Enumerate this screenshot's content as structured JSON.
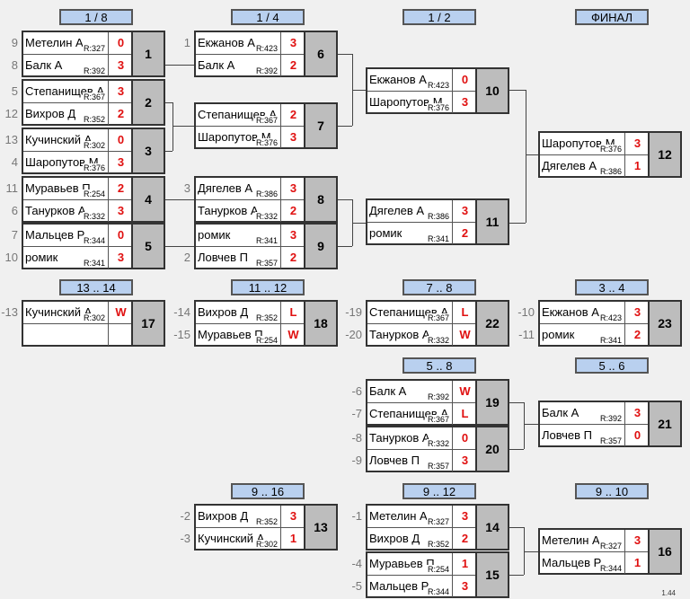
{
  "headers": [
    "1 / 8",
    "1 / 4",
    "1 / 2",
    "ФИНАЛ",
    "13 .. 14",
    "11 .. 12",
    "7 .. 8",
    "3 .. 4",
    "5 .. 8",
    "5 .. 6",
    "9 .. 16",
    "9 .. 12",
    "9 .. 10"
  ],
  "matches": [
    {
      "num": "1",
      "p1": "Метелин А",
      "r1": "R:327",
      "s1": "0",
      "p2": "Балк А",
      "r2": "R:392",
      "s2": "3",
      "seed1": "9",
      "seed2": "8"
    },
    {
      "num": "2",
      "p1": "Степанищев А",
      "r1": "R:367",
      "s1": "3",
      "p2": "Вихров Д",
      "r2": "R:352",
      "s2": "2",
      "seed1": "5",
      "seed2": "12"
    },
    {
      "num": "3",
      "p1": "Кучинский А",
      "r1": "R:302",
      "s1": "0",
      "p2": "Шаропутов М",
      "r2": "R:376",
      "s2": "3",
      "seed1": "13",
      "seed2": "4"
    },
    {
      "num": "4",
      "p1": "Муравьев П",
      "r1": "R:254",
      "s1": "2",
      "p2": "Танурков А",
      "r2": "R:332",
      "s2": "3",
      "seed1": "11",
      "seed2": "6"
    },
    {
      "num": "5",
      "p1": "Мальцев Р",
      "r1": "R:344",
      "s1": "0",
      "p2": "ромик",
      "r2": "R:341",
      "s2": "3",
      "seed1": "7",
      "seed2": "10"
    },
    {
      "num": "6",
      "p1": "Екжанов А",
      "r1": "R:423",
      "s1": "3",
      "p2": "Балк А",
      "r2": "R:392",
      "s2": "2",
      "seed1": "1",
      "seed2": ""
    },
    {
      "num": "7",
      "p1": "Степанищев А",
      "r1": "R:367",
      "s1": "2",
      "p2": "Шаропутов М",
      "r2": "R:376",
      "s2": "3",
      "seed1": "",
      "seed2": ""
    },
    {
      "num": "8",
      "p1": "Дягелев А",
      "r1": "R:386",
      "s1": "3",
      "p2": "Танурков А",
      "r2": "R:332",
      "s2": "2",
      "seed1": "3",
      "seed2": ""
    },
    {
      "num": "9",
      "p1": "ромик",
      "r1": "R:341",
      "s1": "3",
      "p2": "Ловчев П",
      "r2": "R:357",
      "s2": "2",
      "seed1": "",
      "seed2": "2"
    },
    {
      "num": "10",
      "p1": "Екжанов А",
      "r1": "R:423",
      "s1": "0",
      "p2": "Шаропутов М",
      "r2": "R:376",
      "s2": "3",
      "seed1": "",
      "seed2": ""
    },
    {
      "num": "11",
      "p1": "Дягелев А",
      "r1": "R:386",
      "s1": "3",
      "p2": "ромик",
      "r2": "R:341",
      "s2": "2",
      "seed1": "",
      "seed2": ""
    },
    {
      "num": "12",
      "p1": "Шаропутов М",
      "r1": "R:376",
      "s1": "3",
      "p2": "Дягелев А",
      "r2": "R:386",
      "s2": "1",
      "seed1": "",
      "seed2": ""
    },
    {
      "num": "17",
      "p1": "Кучинский А",
      "r1": "R:302",
      "s1": "W",
      "p2": "",
      "r2": "",
      "s2": "",
      "seed1": "-13",
      "seed2": ""
    },
    {
      "num": "18",
      "p1": "Вихров Д",
      "r1": "R:352",
      "s1": "L",
      "p2": "Муравьев П",
      "r2": "R:254",
      "s2": "W",
      "seed1": "-14",
      "seed2": "-15"
    },
    {
      "num": "22",
      "p1": "Степанищев А",
      "r1": "R:367",
      "s1": "L",
      "p2": "Танурков А",
      "r2": "R:332",
      "s2": "W",
      "seed1": "-19",
      "seed2": "-20"
    },
    {
      "num": "23",
      "p1": "Екжанов А",
      "r1": "R:423",
      "s1": "3",
      "p2": "ромик",
      "r2": "R:341",
      "s2": "2",
      "seed1": "-10",
      "seed2": "-11"
    },
    {
      "num": "19",
      "p1": "Балк А",
      "r1": "R:392",
      "s1": "W",
      "p2": "Степанищев А",
      "r2": "R:367",
      "s2": "L",
      "seed1": "-6",
      "seed2": "-7"
    },
    {
      "num": "20",
      "p1": "Танурков А",
      "r1": "R:332",
      "s1": "0",
      "p2": "Ловчев П",
      "r2": "R:357",
      "s2": "3",
      "seed1": "-8",
      "seed2": "-9"
    },
    {
      "num": "21",
      "p1": "Балк А",
      "r1": "R:392",
      "s1": "3",
      "p2": "Ловчев П",
      "r2": "R:357",
      "s2": "0",
      "seed1": "",
      "seed2": ""
    },
    {
      "num": "13",
      "p1": "Вихров Д",
      "r1": "R:352",
      "s1": "3",
      "p2": "Кучинский А",
      "r2": "R:302",
      "s2": "1",
      "seed1": "-2",
      "seed2": "-3"
    },
    {
      "num": "14",
      "p1": "Метелин А",
      "r1": "R:327",
      "s1": "3",
      "p2": "Вихров Д",
      "r2": "R:352",
      "s2": "2",
      "seed1": "-1",
      "seed2": ""
    },
    {
      "num": "15",
      "p1": "Муравьев П",
      "r1": "R:254",
      "s1": "1",
      "p2": "Мальцев Р",
      "r2": "R:344",
      "s2": "3",
      "seed1": "-4",
      "seed2": "-5"
    },
    {
      "num": "16",
      "p1": "Метелин А",
      "r1": "R:327",
      "s1": "3",
      "p2": "Мальцев Р",
      "r2": "R:344",
      "s2": "1",
      "seed1": "",
      "seed2": ""
    }
  ],
  "version": "1.44"
}
